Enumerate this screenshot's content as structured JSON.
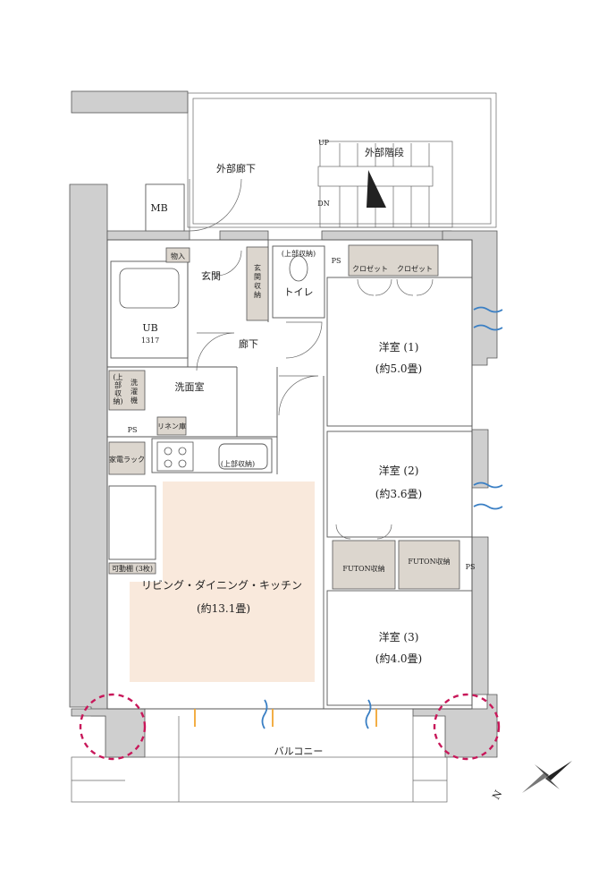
{
  "plan": {
    "exterior": {
      "outer_corridor": "外部廊下",
      "outer_stairs": "外部階段",
      "stairs_up": "UP",
      "stairs_down": "DN",
      "mb": "MB",
      "balcony": "バルコニー"
    },
    "entrance": {
      "storage_small": "物入",
      "genkan": "玄関",
      "shoe_storage_lines": [
        "玄",
        "関",
        "収",
        "納"
      ],
      "upper_storage": "(上部収納)",
      "toilet": "トイレ",
      "ps_top": "PS"
    },
    "bath": {
      "ub": "UB",
      "ub_size": "1317",
      "hallway": "廊下",
      "washroom": "洗面室",
      "upper_storage_vertical": [
        "(上",
        "部",
        "収",
        "納)"
      ],
      "washer_lines": [
        "洗",
        "濯",
        "機"
      ],
      "linen": "リネン庫",
      "ps_left": "PS",
      "appliance_rack": "家電ラック",
      "kitchen_upper": "(上部収納)",
      "shelf": "可動棚 (3枚)"
    },
    "ldk": {
      "name": "リビング・ダイニング・キッチン",
      "area": "(約13.1畳)",
      "highlight_color": "#f9e9dc"
    },
    "rooms": [
      {
        "name": "洋室 (1)",
        "area": "(約5.0畳)"
      },
      {
        "name": "洋室 (2)",
        "area": "(約3.6畳)"
      },
      {
        "name": "洋室 (3)",
        "area": "(約4.0畳)"
      }
    ],
    "closets": [
      "クロゼット",
      "クロゼット"
    ],
    "futon": [
      "FUTON収納",
      "FUTON収納"
    ],
    "ps_right": "PS",
    "north_mark": "N",
    "colors": {
      "wall": "#cfcfcf",
      "storage": "#dcd6ce",
      "marker": "#c8185a",
      "air_blue": "#3a7fc4",
      "air_orange": "#f1a531"
    }
  }
}
